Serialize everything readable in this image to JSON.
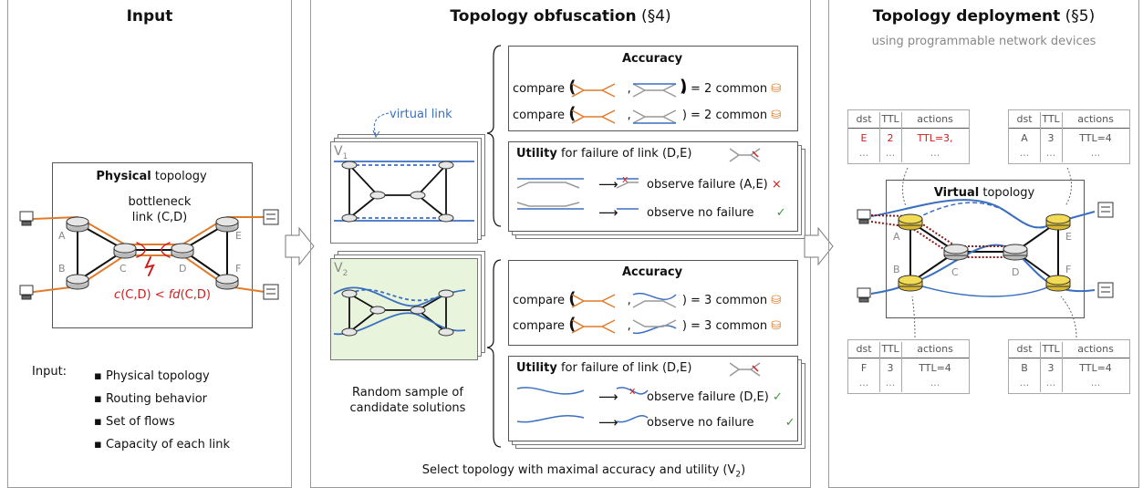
{
  "input_panel": {
    "title": "Input",
    "physical": {
      "title_bold": "Physical",
      "title_rest": " topology",
      "bottleneck_line1": "bottleneck",
      "bottleneck_line2": "link (C,D)",
      "constraint_c": "c",
      "constraint_mid": "(C,D) < ",
      "constraint_fd": "fd",
      "constraint_end": "(C,D)",
      "nodes": [
        "A",
        "B",
        "C",
        "D",
        "E",
        "F"
      ]
    },
    "input_label": "Input:",
    "items": [
      "Physical topology",
      "Routing behavior",
      "Set of flows",
      "Capacity of each link"
    ]
  },
  "obfuscation_panel": {
    "title_bold": "Topology obfuscation",
    "title_ref": " (§4)",
    "virtual_link_label": "virtual link",
    "v1_label": "V",
    "v1_sub": "1",
    "v2_label": "V",
    "v2_sub": "2",
    "random_sample_line1": "Random sample of",
    "random_sample_line2": "candidate solutions",
    "box1": {
      "accuracy_title": "Accuracy",
      "compare": "compare",
      "row1_result": ") = 2 common",
      "row2_result": ") = 2 common",
      "utility_bold": "Utility",
      "utility_rest": " for failure of link (D,E)",
      "obs1": "observe failure (A,E)",
      "obs1_mark": "×",
      "obs2": "observe no failure",
      "obs2_mark": "✓"
    },
    "box2": {
      "accuracy_title": "Accuracy",
      "compare": "compare",
      "row1_result": ") = 3 common",
      "row2_result": ") = 3 common",
      "utility_bold": "Utility",
      "utility_rest": " for failure of link (D,E)",
      "obs1": "observe failure (D,E)",
      "obs1_mark": "✓",
      "obs2": "observe no failure",
      "obs2_mark": "✓"
    },
    "bottom_text": "Select topology with maximal accuracy and utility (V",
    "bottom_sub": "2",
    "bottom_end": ")"
  },
  "deployment_panel": {
    "title_bold": "Topology deployment",
    "title_ref": " (§5)",
    "subtitle": "using programmable network devices",
    "virtual_title_bold": "Virtual",
    "virtual_title_rest": " topology",
    "nodes": [
      "A",
      "B",
      "C",
      "D",
      "E",
      "F"
    ],
    "tables": [
      {
        "headers": [
          "dst",
          "TTL",
          "actions"
        ],
        "row": [
          "E",
          "2",
          "TTL=3,"
        ],
        "highlight": true,
        "dots": [
          "...",
          "...",
          "..."
        ]
      },
      {
        "headers": [
          "dst",
          "TTL",
          "actions"
        ],
        "row": [
          "A",
          "3",
          "TTL=4"
        ],
        "highlight": false,
        "dots": [
          "...",
          "...",
          "..."
        ]
      },
      {
        "headers": [
          "dst",
          "TTL",
          "actions"
        ],
        "row": [
          "F",
          "3",
          "TTL=4"
        ],
        "highlight": false,
        "dots": [
          "...",
          "...",
          "..."
        ]
      },
      {
        "headers": [
          "dst",
          "TTL",
          "actions"
        ],
        "row": [
          "B",
          "3",
          "TTL=4"
        ],
        "highlight": false,
        "dots": [
          "...",
          "...",
          "..."
        ]
      }
    ]
  },
  "colors": {
    "orange": "#e07b2c",
    "blue": "#3b6fbf",
    "red": "#cc1f1f",
    "darkred": "#8b1a1a",
    "green": "#3a9a3a",
    "v2_bg": "#e8f5dc",
    "yellow": "#f3dc55"
  }
}
